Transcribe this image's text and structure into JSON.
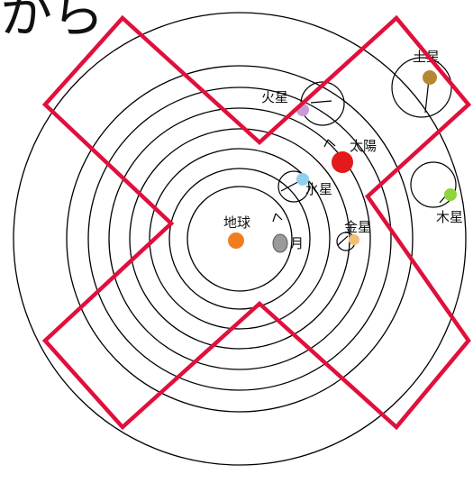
{
  "header_text": "から",
  "labels": {
    "earth": "地球",
    "moon": "月",
    "sun": "太陽",
    "mercury": "水星",
    "venus": "金星",
    "mars": "火星",
    "jupiter": "木星",
    "saturn": "土星"
  },
  "colors": {
    "orbit": "#000000",
    "cross": "#e0103a",
    "earth": "#f07e20",
    "moon": "#9a9a9a",
    "sun": "#e21a1a",
    "mercury": "#8fd0ee",
    "venus": "#f2bf72",
    "mars": "#c89ad8",
    "jupiter": "#8ed43a",
    "saturn": "#b48830"
  },
  "icons": {
    "cross_mark": "red-x-icon"
  }
}
